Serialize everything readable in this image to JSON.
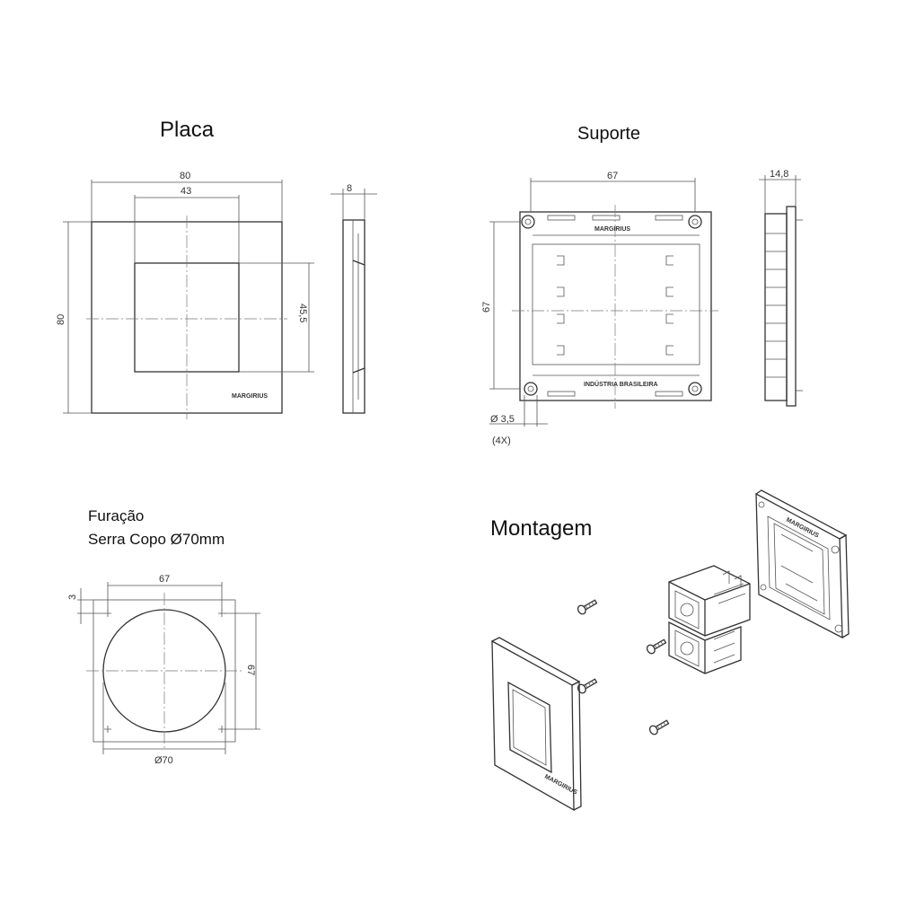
{
  "placa": {
    "title": "Placa",
    "dim_width": "80",
    "dim_window": "43",
    "dim_height": "80",
    "dim_window_height": "45,5",
    "dim_depth": "8",
    "brand": "MARGIRIUS"
  },
  "suporte": {
    "title": "Suporte",
    "dim_width": "67",
    "dim_height": "67",
    "dim_depth": "14,8",
    "dim_hole": "Ø 3,5",
    "dim_hole_count": "(4X)",
    "brand_top": "MARGIRIUS",
    "brand_bottom": "INDÚSTRIA BRASILEIRA"
  },
  "furacao": {
    "title_line1": "Furação",
    "title_line2": "Serra Copo Ø70mm",
    "dim_width": "67",
    "dim_height": "67",
    "dim_offset": "3",
    "dim_diameter": "Ø70"
  },
  "montagem": {
    "title": "Montagem",
    "brand": "MARGIRIUS"
  }
}
